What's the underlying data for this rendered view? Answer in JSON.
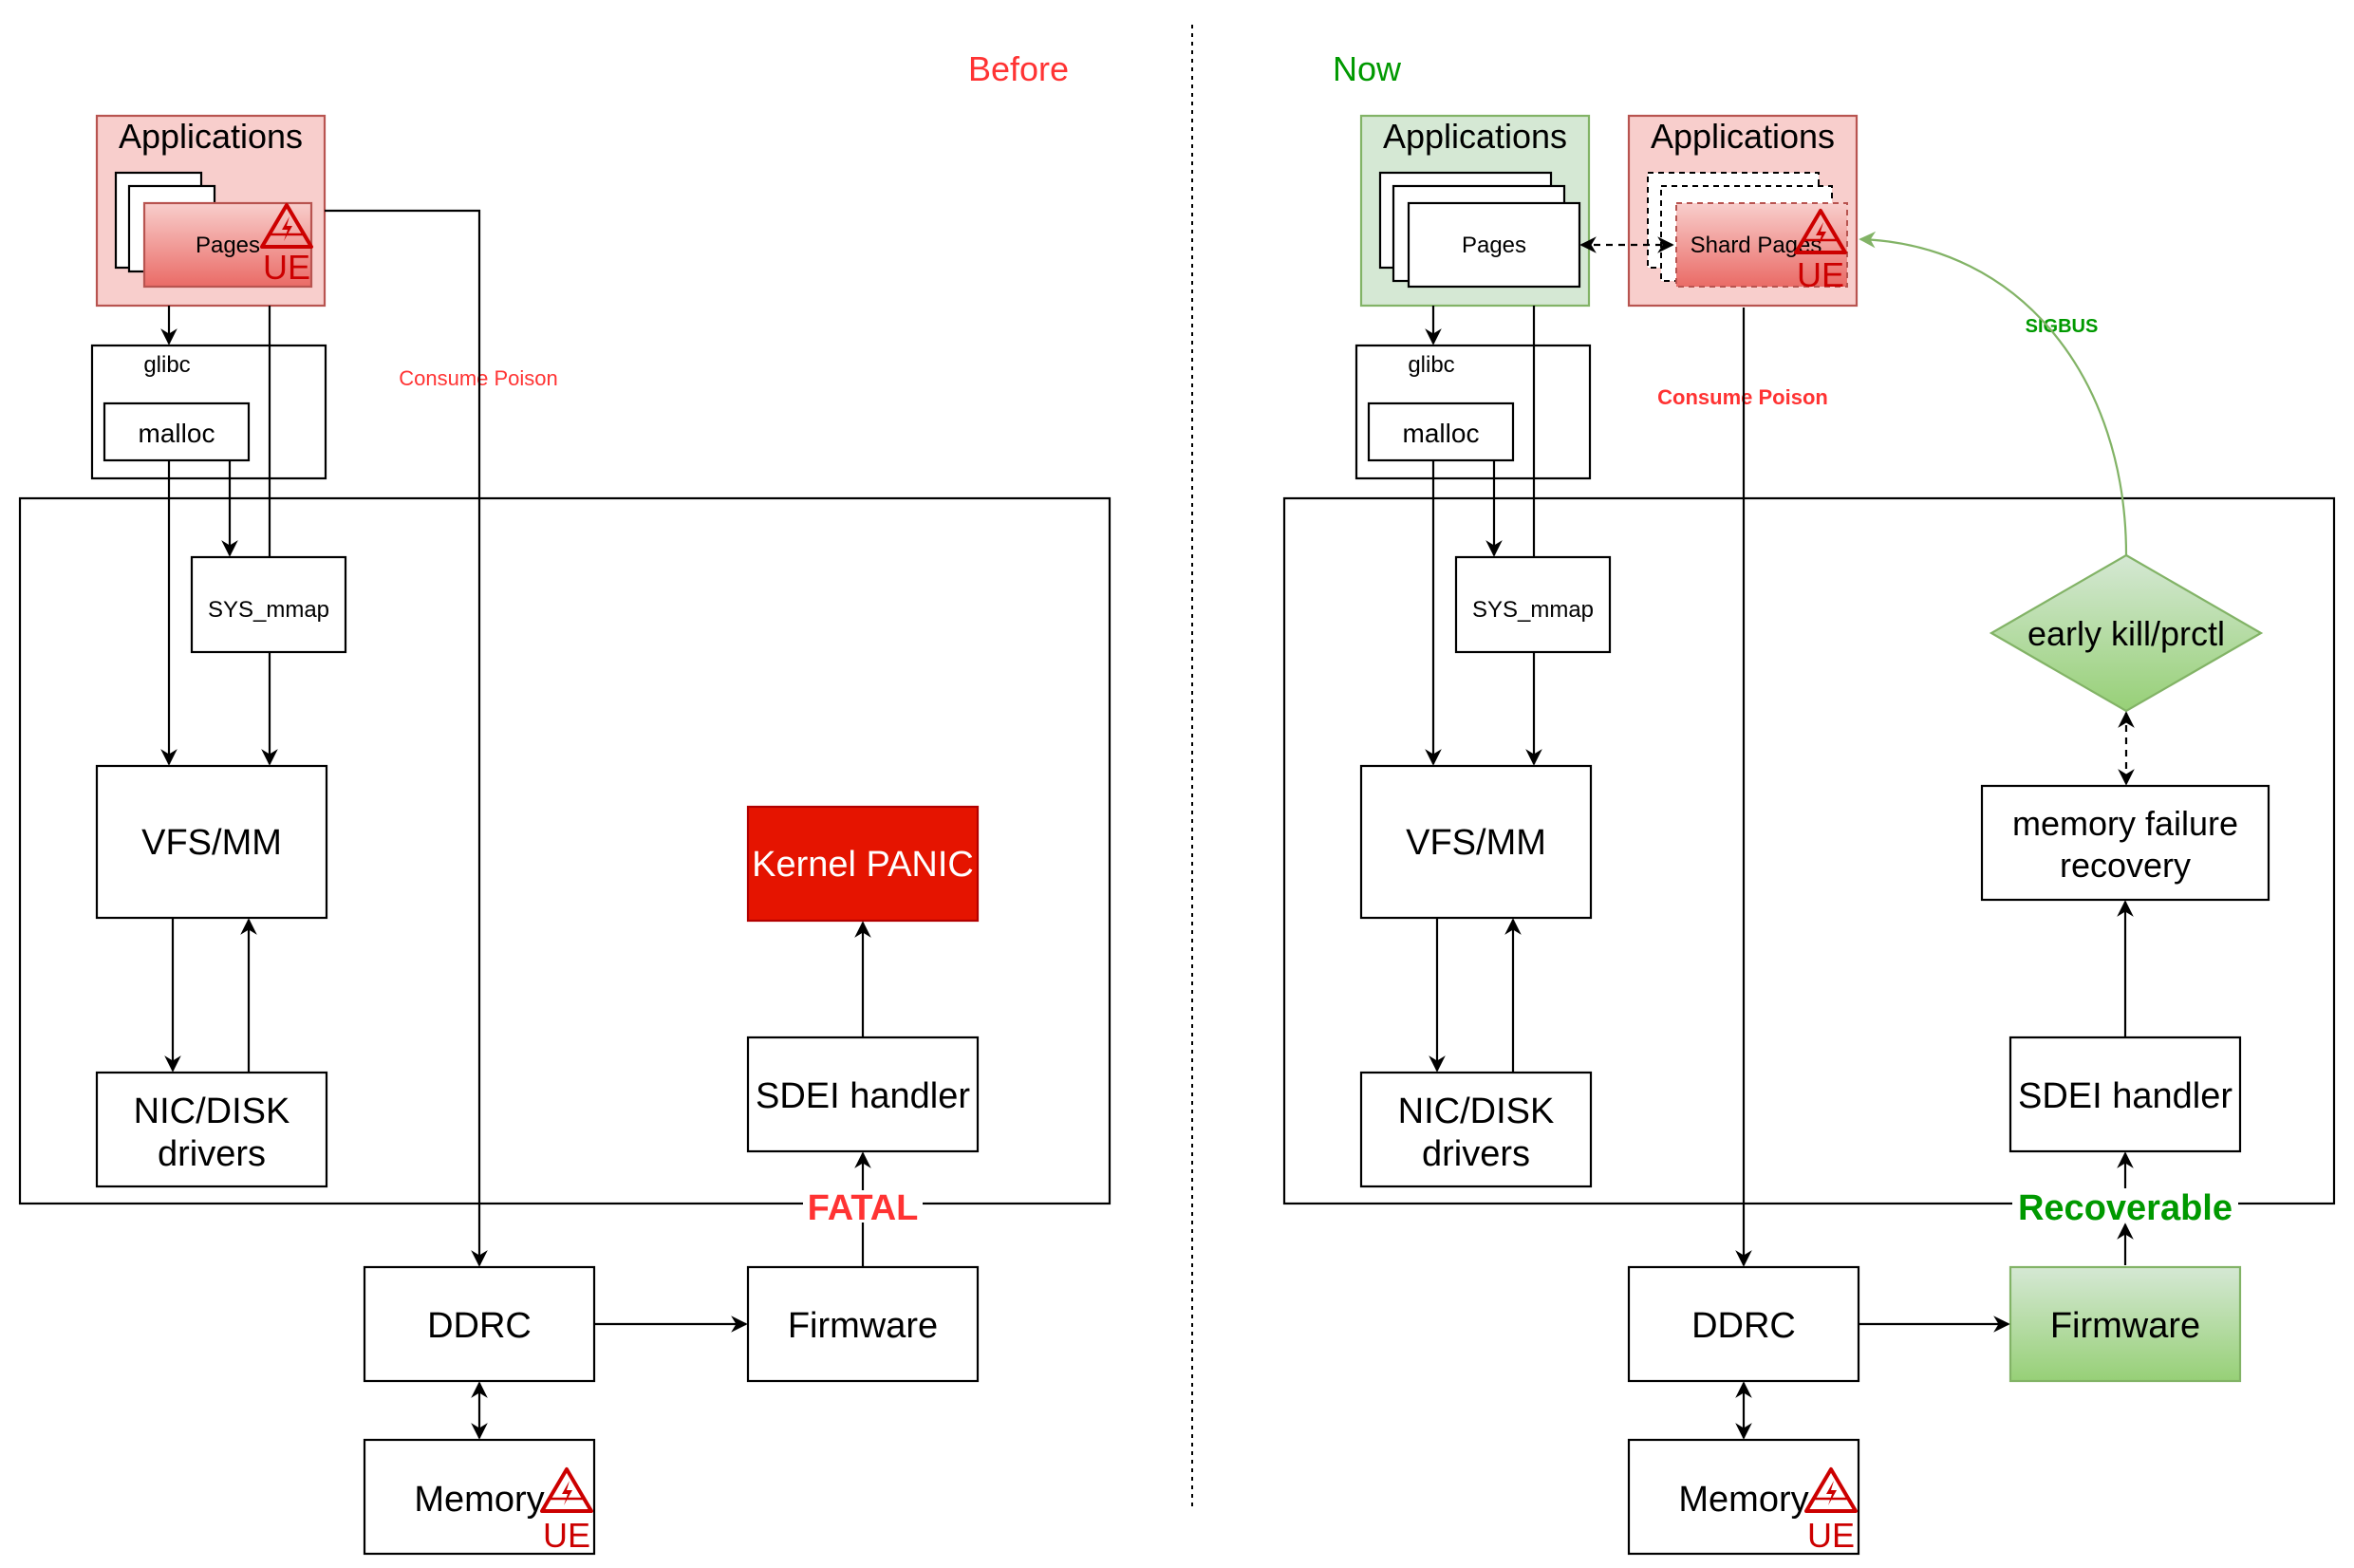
{
  "before": {
    "title": "Before",
    "applications": "Applications",
    "pages": "Pages",
    "ue": "UE",
    "glibc": "glibc",
    "malloc": "malloc",
    "sys_mmap": "SYS_mmap",
    "consume_poison": "Consume Poison",
    "vfs_mm": "VFS/MM",
    "nic_disk_line1": "NIC/DISK",
    "nic_disk_line2": "drivers",
    "kernel_panic": "Kernel PANIC",
    "sdei_handler": "SDEI handler",
    "fatal": "FATAL",
    "ddrc": "DDRC",
    "firmware": "Firmware",
    "memory": "Memory",
    "memory_ue": "UE"
  },
  "now": {
    "title": "Now",
    "applications_a": "Applications",
    "pages": "Pages",
    "applications_b": "Applications",
    "shard_pages": "Shard Pages",
    "ue": "UE",
    "glibc": "glibc",
    "malloc": "malloc",
    "sys_mmap": "SYS_mmap",
    "consume_poison": "Consume Poison",
    "sigbus": "SIGBUS",
    "early_kill": "early kill/prctl",
    "memory_failure_line1": "memory failure",
    "memory_failure_line2": "recovery",
    "vfs_mm": "VFS/MM",
    "nic_disk_line1": "NIC/DISK",
    "nic_disk_line2": "drivers",
    "sdei_handler": "SDEI handler",
    "recoverable": "Recoverable",
    "ddrc": "DDRC",
    "firmware": "Firmware",
    "memory": "Memory",
    "memory_ue": "UE"
  },
  "colors": {
    "before_title": "#ff3333",
    "now_title": "#009900",
    "fatal": "#ff3333",
    "recoverable": "#009900",
    "consume_poison": "#ff3333",
    "sigbus": "#009900",
    "panic_fill": "#e51400",
    "ue_mark": "#cc0000",
    "pink_fill": "#f8cecc",
    "pink_stroke": "#b85450",
    "green_fill": "#d5e8d4",
    "green_stroke": "#82b366"
  },
  "icons": [
    "warning-triangle-icon"
  ]
}
